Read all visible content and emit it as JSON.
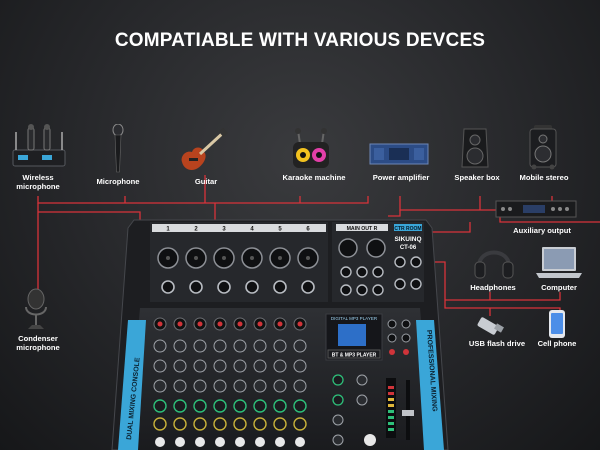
{
  "headline": "COMPATIABLE WITH VARIOUS DEVCES",
  "colors": {
    "wire": "#d8333a",
    "background": "#2a2b2e",
    "mixer_accent": "#3aa6d8",
    "text": "#ffffff"
  },
  "devices": {
    "wireless_microphone": {
      "line1": "Wireless",
      "line2": "microphone",
      "icon": "wireless-mic-receiver-icon"
    },
    "microphone": {
      "label": "Microphone",
      "icon": "handheld-mic-icon"
    },
    "guitar": {
      "label": "Guitar",
      "icon": "electric-guitar-icon"
    },
    "karaoke_machine": {
      "label": "Karaoke machine",
      "icon": "karaoke-speaker-icon"
    },
    "power_amplifier": {
      "label": "Power amplifier",
      "icon": "power-amplifier-icon"
    },
    "speaker_box": {
      "label": "Speaker box",
      "icon": "speaker-box-icon"
    },
    "mobile_stereo": {
      "label": "Mobile stereo",
      "icon": "mobile-stereo-icon"
    },
    "auxiliary_output": {
      "label": "Auxiliary output",
      "icon": "rack-unit-icon"
    },
    "headphones": {
      "label": "Headphones",
      "icon": "headphones-icon"
    },
    "computer": {
      "label": "Computer",
      "icon": "laptop-icon"
    },
    "usb_flash_drive": {
      "label": "USB flash drive",
      "icon": "usb-drive-icon"
    },
    "cell_phone": {
      "label": "Cell phone",
      "icon": "phone-icon"
    },
    "condenser_microphone": {
      "line1": "Condenser",
      "line2": "microphone",
      "icon": "condenser-mic-icon"
    }
  },
  "mixer": {
    "channel_numbers": [
      "1",
      "2",
      "3",
      "4",
      "5",
      "6"
    ],
    "main_out": "MAIN OUT R",
    "brand": "SIKUINQ",
    "model": "CT-06",
    "ctr_room": "CTR ROOM",
    "player_label": "BT & MP3 PLAYER",
    "mp3_label": "DIGITAL MP3 PLAYER",
    "side_left": "DUAL MIXING CONSOLE",
    "side_right": "PROFESSIONAL MIXING"
  }
}
